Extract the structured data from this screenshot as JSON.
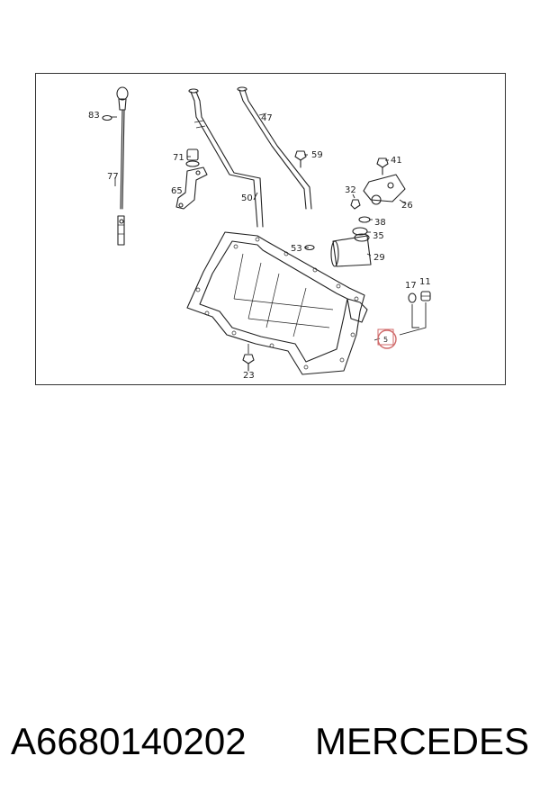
{
  "diagram": {
    "callouts": {
      "c83": "83",
      "c77": "77",
      "c47": "47",
      "c71": "71",
      "c65": "65",
      "c50": "50",
      "c59": "59",
      "c41": "41",
      "c32": "32",
      "c26": "26",
      "c38": "38",
      "c35": "35",
      "c53": "53",
      "c29": "29",
      "c17": "17",
      "c11": "11",
      "c5": "5",
      "c23": "23"
    },
    "highlight_color": "#e07070"
  },
  "caption": {
    "part_number": "A6680140202",
    "brand": "MERCEDES"
  }
}
